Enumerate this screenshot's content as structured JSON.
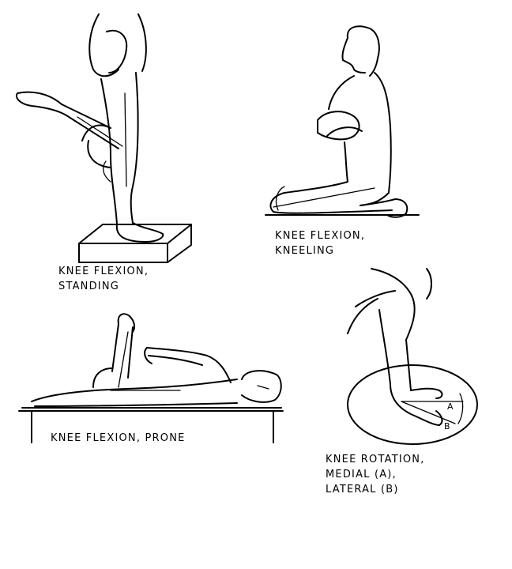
{
  "panels": {
    "standing": {
      "caption": [
        "KNEE FLEXION,",
        "STANDING"
      ]
    },
    "kneeling": {
      "caption": [
        "KNEE FLEXION,",
        "KNEELING"
      ]
    },
    "prone": {
      "caption": [
        "KNEE FLEXION, PRONE"
      ]
    },
    "rotation": {
      "caption": [
        "KNEE ROTATION,",
        "MEDIAL (A),",
        "LATERAL (B)"
      ],
      "marker_a": "A",
      "marker_b": "B"
    }
  }
}
